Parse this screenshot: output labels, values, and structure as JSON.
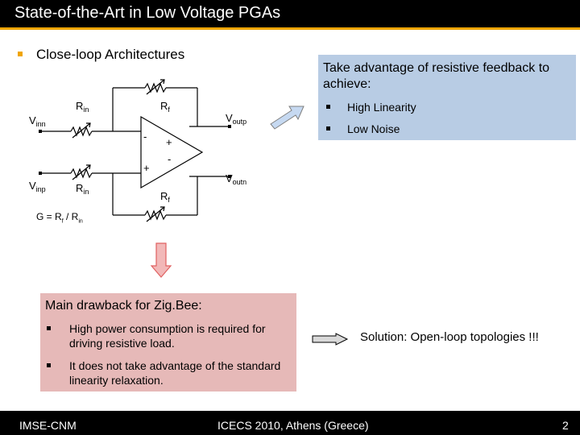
{
  "title": "State-of-the-Art in Low Voltage PGAs",
  "main_bullet": "Close-loop Architectures",
  "circuit": {
    "vinn": "V",
    "vinn_sub": "inn",
    "vinp": "V",
    "vinp_sub": "inp",
    "voutp": "V",
    "voutp_sub": "outp",
    "voutn": "V",
    "voutn_sub": "outn",
    "rin_top": "R",
    "rin_top_sub": "in",
    "rin_bot": "R",
    "rin_bot_sub": "in",
    "rf_top": "R",
    "rf_top_sub": "f",
    "rf_bot": "R",
    "rf_bot_sub": "f",
    "minus_in": "-",
    "plus_in": "+",
    "plus_out": "+",
    "minus_out": "-"
  },
  "gain": {
    "prefix": "G = R",
    "sub1": "f",
    "mid": " / R",
    "sub2": "in"
  },
  "advantage": {
    "heading": "Take advantage of resistive feedback to achieve:",
    "items": [
      "High Linearity",
      "Low Noise"
    ]
  },
  "drawback": {
    "heading": "Main drawback for Zig.Bee:",
    "items": [
      "High power consumption is required for driving resistive load.",
      "It does not take advantage of the standard linearity relaxation."
    ]
  },
  "solution": "Solution: Open-loop topologies !!!",
  "footer": {
    "left": "IMSE-CNM",
    "center": "ICECS 2010, Athens (Greece)",
    "page": "2"
  },
  "colors": {
    "accent": "#f0a500",
    "blue_box": "#b8cce4",
    "red_box": "#e6b9b8"
  }
}
